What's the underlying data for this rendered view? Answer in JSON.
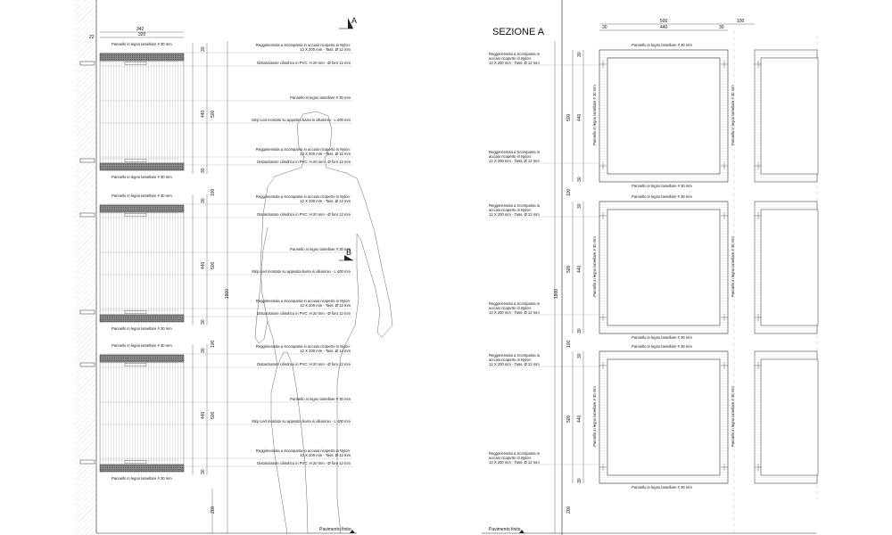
{
  "section_title": "SEZIONE A",
  "marker_a": "A",
  "marker_b": "B",
  "floor_label": "Pavimento finito",
  "panel_label": "Pannello in legno lamellare # 30 mm",
  "bracket_label_1": "Reggimensola a Scomparsa in acciaio ricoperto in Nylon:",
  "bracket_label_2": "12 X 200 mm - Tass. Ø 12 mm",
  "spacer_label": "Distanziatore cilindrico in PVC: H 20 mm - Ø foro 12 mm",
  "led_label": "Strip Led montato su apposita barra in alluminio - L 400 mm",
  "right_bracket_lines": [
    "Reggimensola a Scomparsa in",
    "acciaio ricoperto in Nylon:",
    "12 X 200 mm - Tass. Ø 12 mm"
  ],
  "dims": {
    "top_width": "342",
    "top_width2": "320",
    "top_left": "22",
    "d30": "30",
    "d440": "440",
    "d500": "500",
    "d100": "100",
    "d1900": "1900",
    "d200": "200",
    "right_total": "500",
    "right_inner": "440",
    "right_gap": "100"
  }
}
